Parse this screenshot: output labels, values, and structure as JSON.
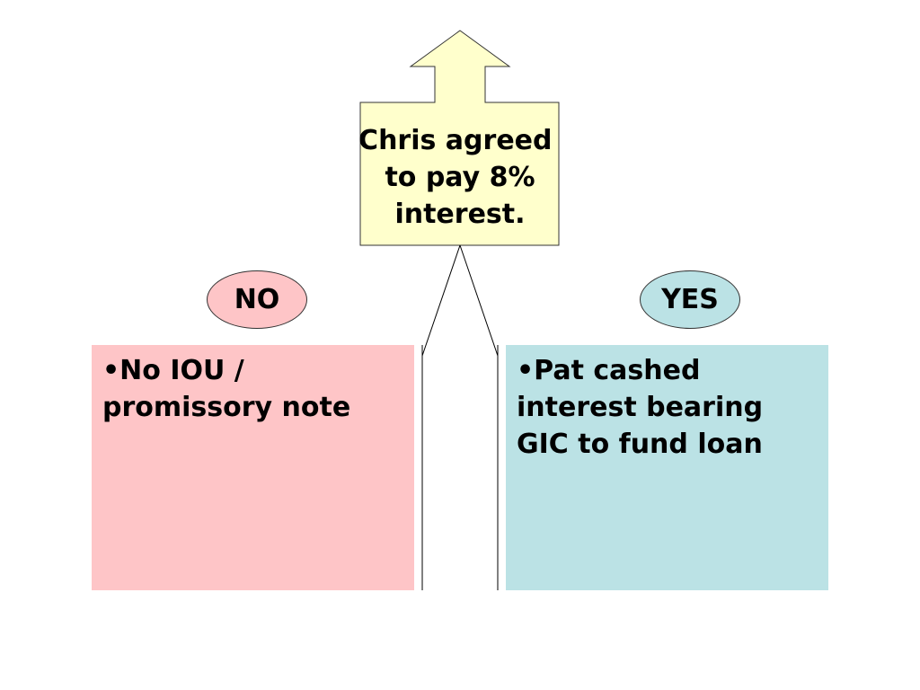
{
  "colors": {
    "claim_fill": "#ffffcc",
    "no_fill": "#fec5c7",
    "yes_fill": "#bbe2e5",
    "outline": "#333333"
  },
  "claim": {
    "lines": [
      "Chris agreed ",
      "to pay 8%",
      "interest."
    ]
  },
  "no_branch": {
    "label": "NO",
    "bullet_lines": [
      "•No IOU /",
      "promissory note"
    ]
  },
  "yes_branch": {
    "label": "YES",
    "bullet_lines": [
      "•Pat cashed",
      "interest bearing",
      "GIC to fund loan"
    ]
  }
}
